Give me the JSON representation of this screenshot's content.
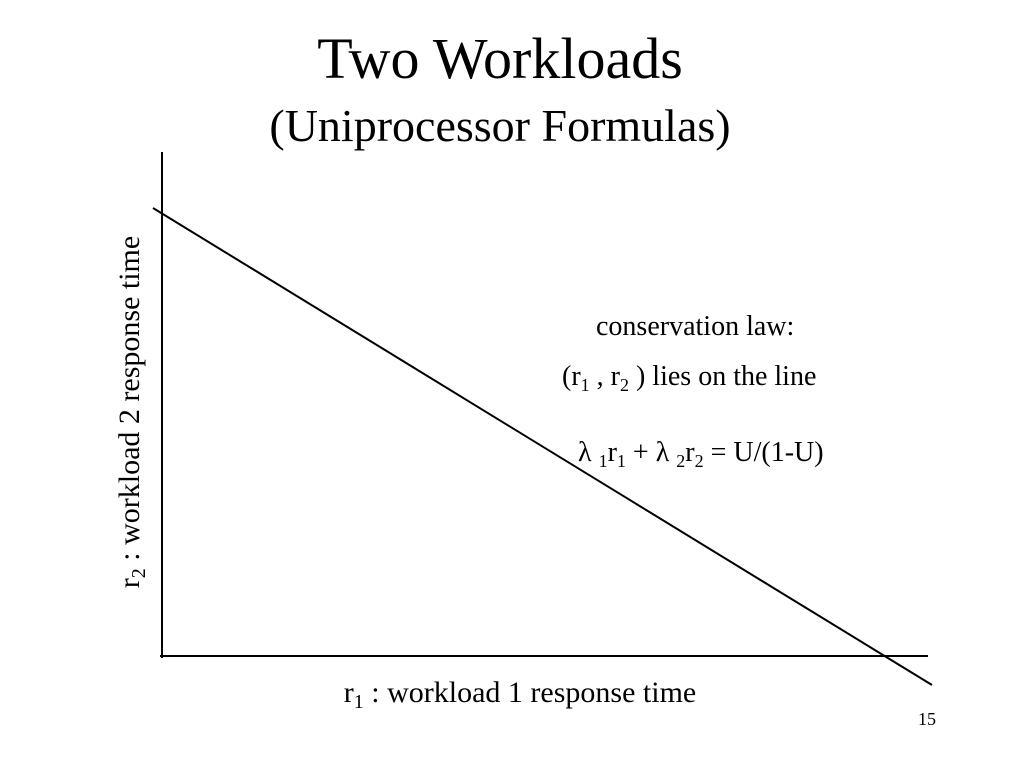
{
  "slide": {
    "title": "Two Workloads",
    "subtitle": "(Uniprocessor Formulas)",
    "page_number": "15"
  },
  "axes": {
    "x_var": "r",
    "x_sub": "1",
    "x_text": " : workload 1 response time",
    "y_var": "r",
    "y_sub": "2",
    "y_text": " : workload 2 response time"
  },
  "annotation": {
    "heading": "conservation law:",
    "line2": {
      "open": "(r",
      "s1": "1",
      "mid": " , r",
      "s2": "2",
      "close": " ) lies on the line"
    },
    "equation": {
      "lambda1": "λ",
      "sub_l1": "1",
      "r1": "r",
      "sub_r1": "1",
      "plus_lambda2": " + λ ",
      "sub_l2": "2",
      "r2": "r",
      "sub_r2": "2",
      "rhs": " = U/(1-U)"
    }
  },
  "colors": {
    "stroke": "#000000",
    "background": "#ffffff"
  }
}
